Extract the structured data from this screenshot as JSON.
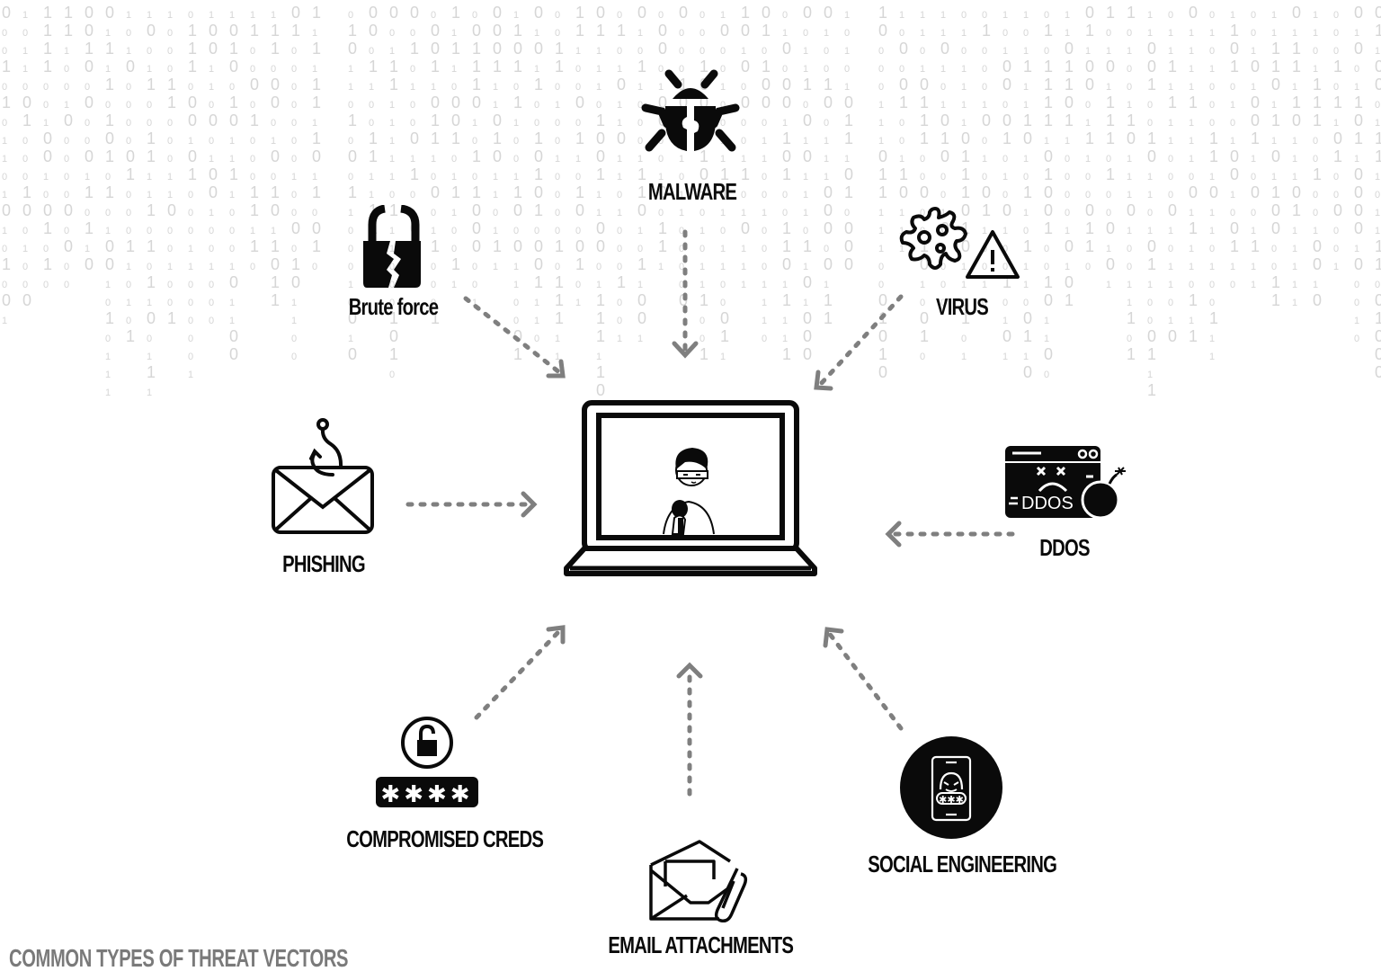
{
  "diagram": {
    "title": "COMMON TYPES OF THREAT VECTORS",
    "center": {
      "name": "laptop-with-hacker",
      "description": "Laptop showing masked hacker"
    },
    "colors": {
      "icon": "#0a0a0a",
      "arrow": "#7f7f7f",
      "binary_digits": "#d6d6d6",
      "footer_text": "#7a7a7a",
      "background": "#ffffff"
    },
    "vectors": [
      {
        "id": "malware",
        "label": "MALWARE",
        "icon": "bug-icon"
      },
      {
        "id": "brute_force",
        "label": "Brute force",
        "icon": "broken-padlock-icon"
      },
      {
        "id": "virus",
        "label": "VIRUS",
        "icon": "virus-warning-icon"
      },
      {
        "id": "phishing",
        "label": "PHISHING",
        "icon": "envelope-hook-icon"
      },
      {
        "id": "ddos",
        "label": "DDOS",
        "icon": "ddos-bomb-icon",
        "icon_text": "DDOS"
      },
      {
        "id": "compromised_creds",
        "label": "COMPROMISED CREDS",
        "icon": "unlocked-password-icon",
        "icon_text": "✱✱✱✱"
      },
      {
        "id": "email_attachments",
        "label": "EMAIL ATTACHMENTS",
        "icon": "envelope-paperclip-icon"
      },
      {
        "id": "social_engineering",
        "label": "SOCIAL ENGINEERING",
        "icon": "phone-hacker-icon",
        "icon_text": "✱✱✱"
      }
    ]
  }
}
